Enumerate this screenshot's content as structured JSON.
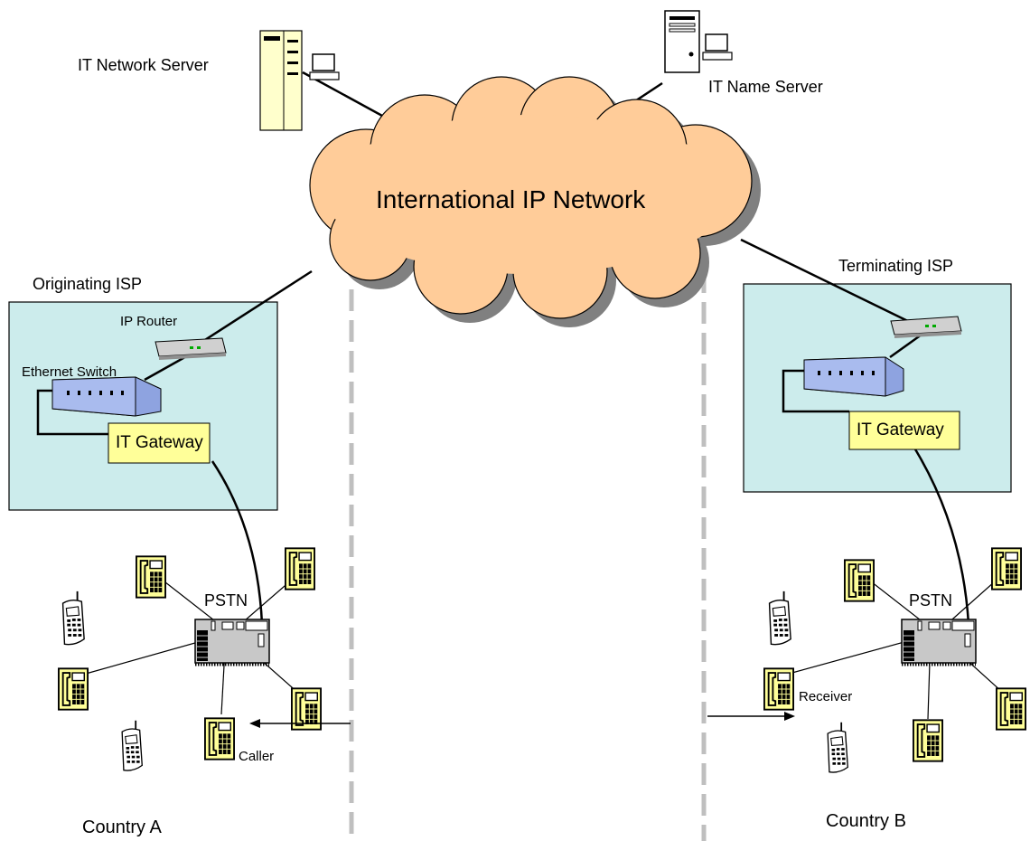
{
  "labels": {
    "network_server": "IT Network Server",
    "name_server": "IT Name Server",
    "cloud": "International IP Network",
    "originating_isp": "Originating ISP",
    "terminating_isp": "Terminating ISP",
    "ip_router": "IP Router",
    "ethernet_switch": "Ethernet Switch",
    "gateway_a": "IT Gateway",
    "gateway_b": "IT Gateway",
    "pstn_a": "PSTN",
    "pstn_b": "PSTN",
    "caller": "Caller",
    "receiver": "Receiver",
    "country_a": "Country A",
    "country_b": "Country B"
  },
  "colors": {
    "cloud_fill": "#FFCC99",
    "cloud_shadow": "#808080",
    "isp_box_fill": "#CCECEC",
    "gateway_fill": "#FFFF99",
    "phone_fill": "#FFFF99",
    "switch_fill": "#8EA3E0",
    "divider": "#BFBFBF"
  },
  "icons": {
    "server": "server-tower-icon",
    "computer": "desktop-computer-icon",
    "router": "router-icon",
    "switch": "ethernet-switch-icon",
    "pbx": "pstn-switch-icon",
    "desk_phone": "desk-phone-icon",
    "mobile_phone": "mobile-phone-icon"
  }
}
